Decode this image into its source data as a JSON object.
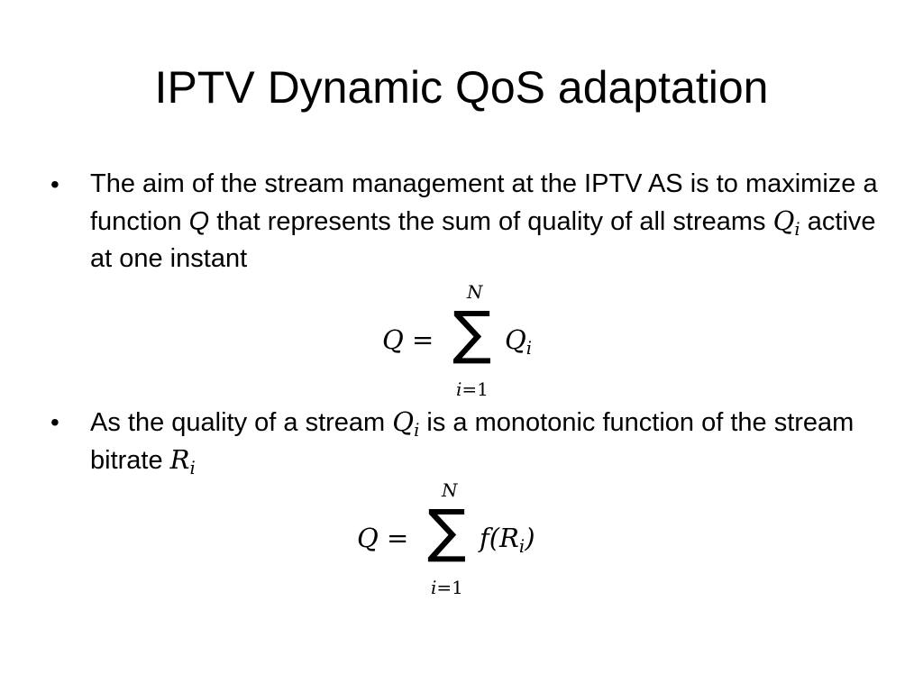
{
  "slide": {
    "title": "IPTV Dynamic QoS adaptation",
    "bullets": [
      {
        "marker": "•",
        "text_before": "The aim of the stream management at the IPTV AS is to maximize a function ",
        "symbol_1": "Q",
        "text_middle": " that represents the sum of quality of all streams ",
        "symbol_2_base": "Q",
        "symbol_2_sub": "i",
        "text_after": " active at one instant"
      },
      {
        "marker": "•",
        "text_before": "As the quality of a stream ",
        "symbol_1_base": "Q",
        "symbol_1_sub": "i",
        "text_middle": " is a monotonic function of the stream bitrate ",
        "symbol_2_base": "R",
        "symbol_2_sub": "i"
      }
    ],
    "formulas": [
      {
        "lhs": "Q =",
        "sum_symbol": "∑",
        "upper": "N",
        "lower_var": "i",
        "lower_rest": "=1",
        "rhs_base": "Q",
        "rhs_sub": "i",
        "rhs_after": ""
      },
      {
        "lhs": "Q =",
        "sum_symbol": "∑",
        "upper": "N",
        "lower_var": "i",
        "lower_rest": "=1",
        "rhs_base": "f(R",
        "rhs_sub": "i",
        "rhs_after": ")"
      }
    ]
  }
}
